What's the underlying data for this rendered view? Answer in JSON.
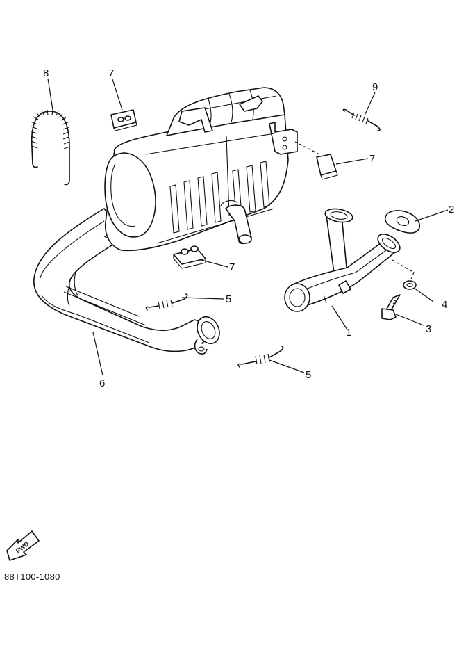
{
  "callouts": {
    "c1": "1",
    "c2": "2",
    "c3": "3",
    "c4": "4",
    "c5a": "5",
    "c5b": "5",
    "c6": "6",
    "c7a": "7",
    "c7b": "7",
    "c7c": "7",
    "c8": "8",
    "c9": "9"
  },
  "fwd_label": "FWD",
  "ref_code": "88T100-1080"
}
